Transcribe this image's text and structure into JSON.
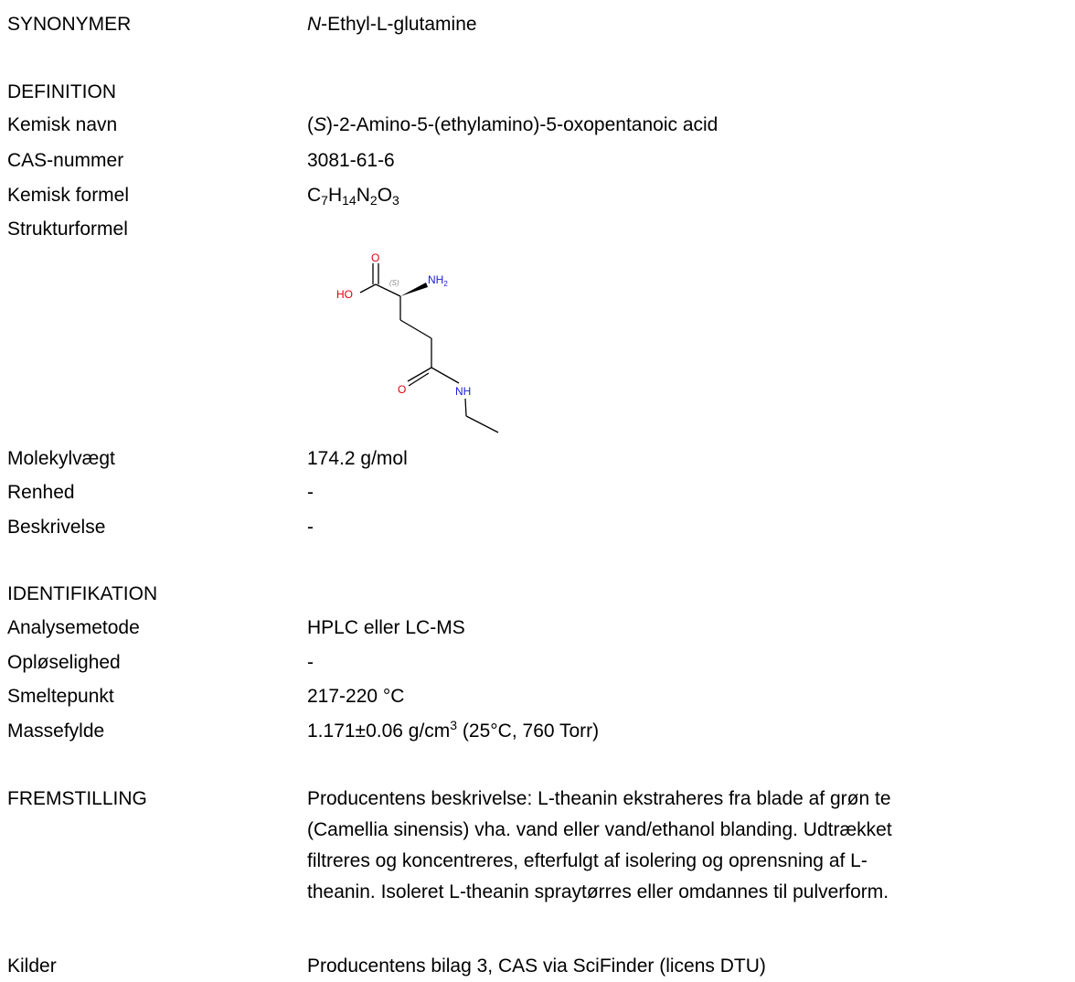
{
  "synonymer": {
    "label": "SYNONYMER",
    "value_italic": "N",
    "value_rest": "-Ethyl-L-glutamine"
  },
  "definition": {
    "heading": "DEFINITION",
    "kemisk_navn": {
      "label": "Kemisk navn",
      "open": "(",
      "italic": "S",
      "rest": ")-2-Amino-5-(ethylamino)-5-oxopentanoic acid"
    },
    "cas": {
      "label": "CAS-nummer",
      "value": "3081-61-6"
    },
    "formel": {
      "label": "Kemisk formel",
      "c": "C",
      "c_n": "7",
      "h": "H",
      "h_n": "14",
      "n": "N",
      "n_n": "2",
      "o": "O",
      "o_n": "3"
    },
    "struktur": {
      "label": "Strukturformel",
      "atoms": {
        "o_top": "O",
        "ho": "HO",
        "nh2_main": "NH",
        "nh2_sub": "2",
        "stereo": "(S)",
        "o_amide": "O",
        "nh_amide": "NH"
      }
    },
    "molekylvaegt": {
      "label": "Molekylvægt",
      "value": "174.2 g/mol"
    },
    "renhed": {
      "label": "Renhed",
      "value": "-"
    },
    "beskrivelse": {
      "label": "Beskrivelse",
      "value": "-"
    }
  },
  "identifikation": {
    "heading": "IDENTIFIKATION",
    "analysemetode": {
      "label": "Analysemetode",
      "value": "HPLC eller LC-MS"
    },
    "oploselighed": {
      "label": "Opløselighed",
      "value": "-"
    },
    "smeltepunkt": {
      "label": "Smeltepunkt",
      "value": "217-220 °C"
    },
    "massefylde": {
      "label": "Massefylde",
      "value_pre": "1.171±0.06 g/cm",
      "sup": "3",
      "value_post": " (25°C, 760 Torr)"
    }
  },
  "fremstilling": {
    "label": "FREMSTILLING",
    "lines": [
      "Producentens beskrivelse: L-theanin ekstraheres fra blade af grøn te",
      "(Camellia sinensis) vha. vand eller vand/ethanol blanding. Udtrækket",
      "filtreres og koncentreres, efterfulgt af isolering og oprensning af L-",
      "theanin. Isoleret L-theanin spraytørres eller omdannes til pulverform."
    ]
  },
  "kilder": {
    "label": "Kilder",
    "value": "Producentens bilag 3, CAS via SciFinder (licens DTU)"
  }
}
